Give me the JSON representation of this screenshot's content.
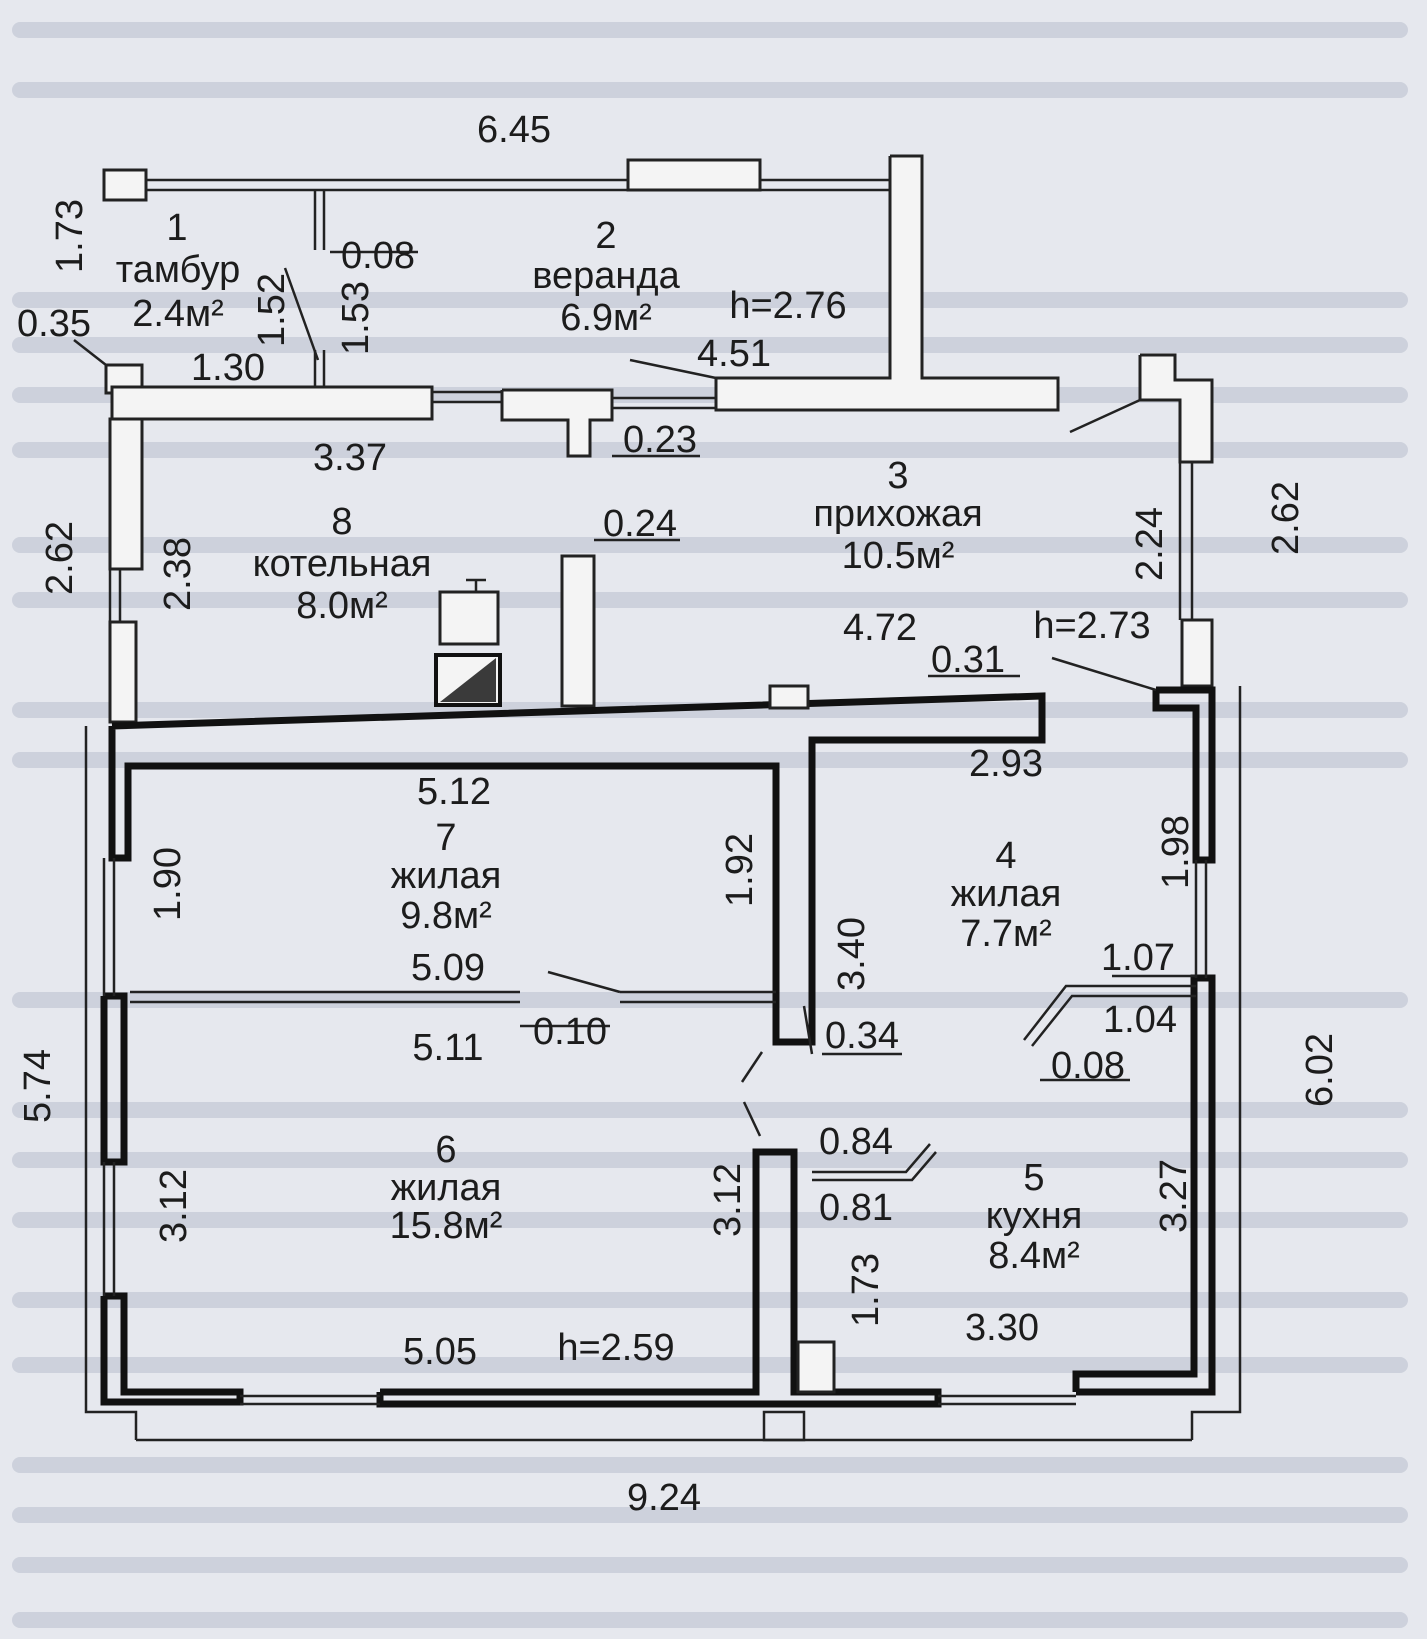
{
  "rooms": [
    {
      "num": "1",
      "name": "тамбур",
      "area": "2.4м²"
    },
    {
      "num": "2",
      "name": "веранда",
      "area": "6.9м²"
    },
    {
      "num": "3",
      "name": "прихожая",
      "area": "10.5м²"
    },
    {
      "num": "4",
      "name": "жилая",
      "area": "7.7м²"
    },
    {
      "num": "5",
      "name": "кухня",
      "area": "8.4м²"
    },
    {
      "num": "6",
      "name": "жилая",
      "area": "15.8м²"
    },
    {
      "num": "7",
      "name": "жилая",
      "area": "9.8м²"
    },
    {
      "num": "8",
      "name": "котельная",
      "area": "8.0м²"
    }
  ],
  "heights": [
    "h=2.76",
    "h=2.73",
    "h=2.59"
  ],
  "dims": {
    "d645": "6.45",
    "d173a": "1.73",
    "d008a": "0.08",
    "d152": "1.52",
    "d153": "1.53",
    "d035": "0.35",
    "d130": "1.30",
    "d451": "4.51",
    "d337": "3.37",
    "d023": "0.23",
    "d024": "0.24",
    "d262a": "2.62",
    "d238": "2.38",
    "d224": "2.24",
    "d262b": "2.62",
    "d472": "4.72",
    "d031": "0.31",
    "d293": "2.93",
    "d512": "5.12",
    "d190": "1.90",
    "d192": "1.92",
    "d198": "1.98",
    "d340": "3.40",
    "d509": "5.09",
    "d010": "0.10",
    "d511": "5.11",
    "d034": "0.34",
    "d107": "1.07",
    "d104": "1.04",
    "d008b": "0.08",
    "d574": "5.74",
    "d602": "6.02",
    "d084": "0.84",
    "d081": "0.81",
    "d312a": "3.12",
    "d312b": "3.12",
    "d173b": "1.73",
    "d327": "3.27",
    "d330": "3.30",
    "d505": "5.05",
    "d924": "9.24"
  }
}
